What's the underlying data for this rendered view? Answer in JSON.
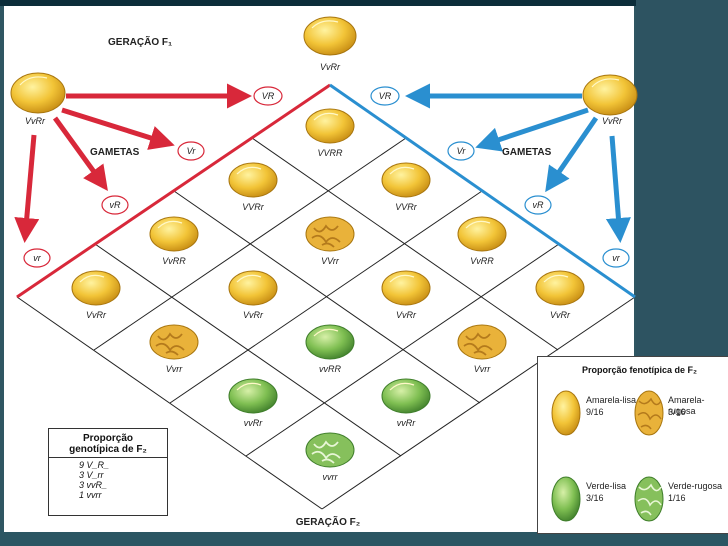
{
  "header": {
    "f1_title": "GERAÇÃO F₁",
    "f2_title": "GERAÇÃO F₂",
    "parent_label": "VvRr"
  },
  "gametes": {
    "left_title": "GAMETAS",
    "right_title": "GAMETAS",
    "left_parent": "VvRr",
    "right_parent": "VvRr",
    "labels": [
      "VR",
      "Vr",
      "vR",
      "vr"
    ]
  },
  "grid": {
    "cells": [
      {
        "label": "VVRR",
        "type": "yellow-smooth"
      },
      {
        "label": "VVRr",
        "type": "yellow-smooth"
      },
      {
        "label": "VVRr",
        "type": "yellow-smooth"
      },
      {
        "label": "VvRR",
        "type": "yellow-smooth"
      },
      {
        "label": "VVrr",
        "type": "yellow-wrinkled"
      },
      {
        "label": "VvRR",
        "type": "yellow-smooth"
      },
      {
        "label": "VvRr",
        "type": "yellow-smooth"
      },
      {
        "label": "VvRr",
        "type": "yellow-smooth"
      },
      {
        "label": "VvRr",
        "type": "yellow-smooth"
      },
      {
        "label": "VvRr",
        "type": "yellow-smooth"
      },
      {
        "label": "Vvrr",
        "type": "yellow-wrinkled"
      },
      {
        "label": "vvRR",
        "type": "green-smooth"
      },
      {
        "label": "Vvrr",
        "type": "yellow-wrinkled"
      },
      {
        "label": "vvRr",
        "type": "green-smooth"
      },
      {
        "label": "vvRr",
        "type": "green-smooth"
      },
      {
        "label": "vvrr",
        "type": "green-wrinkled"
      }
    ]
  },
  "genotypic_box": {
    "title_line1": "Proporção",
    "title_line2": "genotípica de F₂",
    "rows": [
      "9  V_R_",
      "3  V_rr",
      "3  vvR_",
      "1  vvrr"
    ]
  },
  "phenotypic_box": {
    "title": "Proporção fenotípica de F₂",
    "items": [
      {
        "name": "Amarela-lisa",
        "ratio": "9/16"
      },
      {
        "name": "Amarela-rugosa",
        "ratio": "3/16"
      },
      {
        "name": "Verde-lisa",
        "ratio": "3/16"
      },
      {
        "name": "Verde-rugosa",
        "ratio": "1/16"
      }
    ]
  },
  "colors": {
    "red": "#d8283a",
    "blue": "#2a8fd0",
    "yellow": "#f2c437",
    "green": "#7fbf52"
  }
}
